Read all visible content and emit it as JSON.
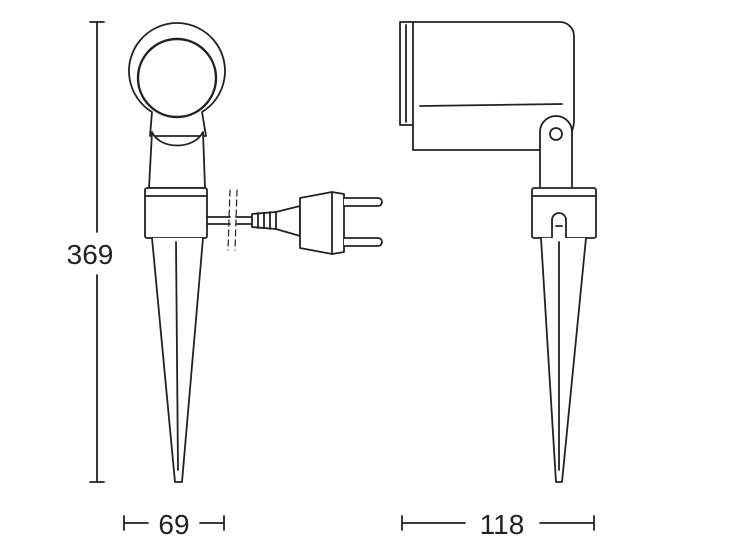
{
  "dimensions": {
    "height": "369",
    "front_width": "69",
    "side_width": "118"
  },
  "colors": {
    "outline": "#222222",
    "body_fill": "#ffffff",
    "background": "#ffffff"
  }
}
